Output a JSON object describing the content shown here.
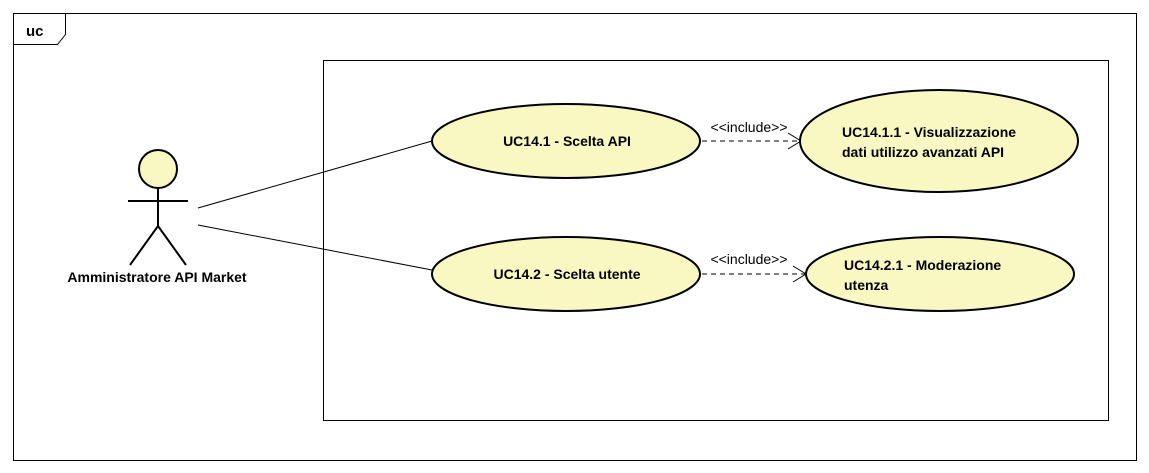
{
  "frame": {
    "label": "uc"
  },
  "actor": {
    "name": "Amministratore API Market"
  },
  "use_cases": [
    {
      "id": "uc14-1",
      "lines": [
        "UC14.1 - Scelta API"
      ]
    },
    {
      "id": "uc14-1-1",
      "lines": [
        "UC14.1.1 - Visualizzazione",
        "dati utilizzo avanzati API"
      ]
    },
    {
      "id": "uc14-2",
      "lines": [
        "UC14.2 - Scelta utente"
      ]
    },
    {
      "id": "uc14-2-1",
      "lines": [
        "UC14.2.1 - Moderazione",
        "utenza"
      ]
    }
  ],
  "relations": [
    {
      "from": "uc14-1",
      "to": "uc14-1-1",
      "stereotype": "<<include>>"
    },
    {
      "from": "uc14-2",
      "to": "uc14-2-1",
      "stereotype": "<<include>>"
    }
  ],
  "colors": {
    "use_case_fill": "#f9f7c2",
    "stroke": "#000000",
    "background": "#ffffff"
  }
}
